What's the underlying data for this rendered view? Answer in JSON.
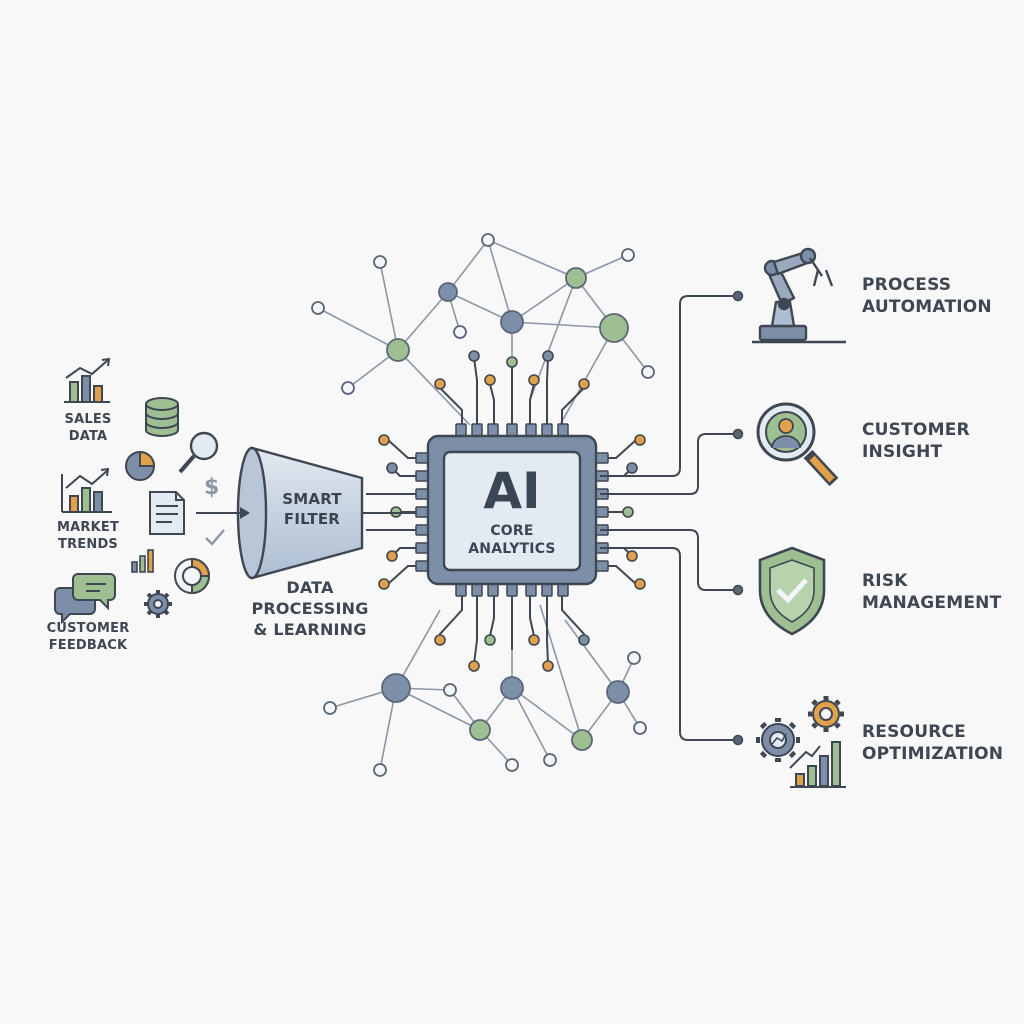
{
  "inputs": [
    {
      "id": "sales",
      "lines": [
        "SALES",
        "DATA"
      ],
      "icon": "bar-chart-icon"
    },
    {
      "id": "market",
      "lines": [
        "MARKET",
        "TRENDS"
      ],
      "icon": "trend-chart-icon"
    },
    {
      "id": "feedback",
      "lines": [
        "CUSTOMER",
        "FEEDBACK"
      ],
      "icon": "chat-bubbles-icon"
    }
  ],
  "filter": {
    "lines": [
      "SMART",
      "FILTER"
    ],
    "currency_symbol": "$"
  },
  "processing": {
    "lines": [
      "DATA",
      "PROCESSING",
      "& LEARNING"
    ]
  },
  "core": {
    "title": "AI",
    "subtitle_lines": [
      "CORE",
      "ANALYTICS"
    ]
  },
  "outputs": [
    {
      "id": "automation",
      "lines": [
        "PROCESS",
        "AUTOMATION"
      ],
      "icon": "robot-arm-icon"
    },
    {
      "id": "insight",
      "lines": [
        "CUSTOMER",
        "INSIGHT"
      ],
      "icon": "magnifier-person-icon"
    },
    {
      "id": "risk",
      "lines": [
        "RISK",
        "MANAGEMENT"
      ],
      "icon": "shield-check-icon"
    },
    {
      "id": "resource",
      "lines": [
        "RESOURCE",
        "OPTIMIZATION"
      ],
      "icon": "gears-chart-icon"
    }
  ],
  "colors": {
    "ink": "#3f4752",
    "slate_blue": "#7d8fa8",
    "sage_green": "#9dbf92",
    "orange": "#e1a04a",
    "chip_fill": "#cfd8e4",
    "funnel_fill": "#c9d4e2"
  }
}
